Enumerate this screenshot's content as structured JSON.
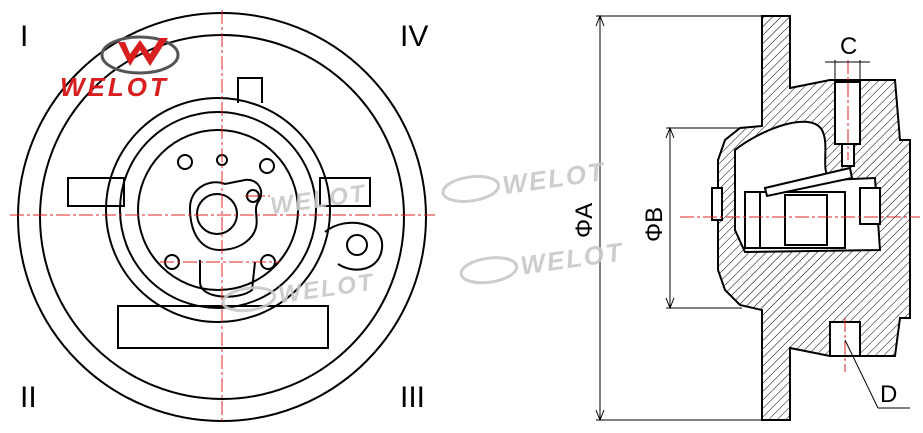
{
  "quadrants": {
    "q1": "I",
    "q2": "II",
    "q3": "III",
    "q4": "IV"
  },
  "dimensions": {
    "a": "ΦA",
    "b": "ΦB",
    "c": "C",
    "d": "D"
  },
  "brand": {
    "logo_text": "WELOT",
    "watermark_text": "WELOT"
  },
  "colors": {
    "line": "#000000",
    "center_line": "#e02020",
    "brand_red": "#d81e1e",
    "watermark": "#c8c8c8"
  }
}
